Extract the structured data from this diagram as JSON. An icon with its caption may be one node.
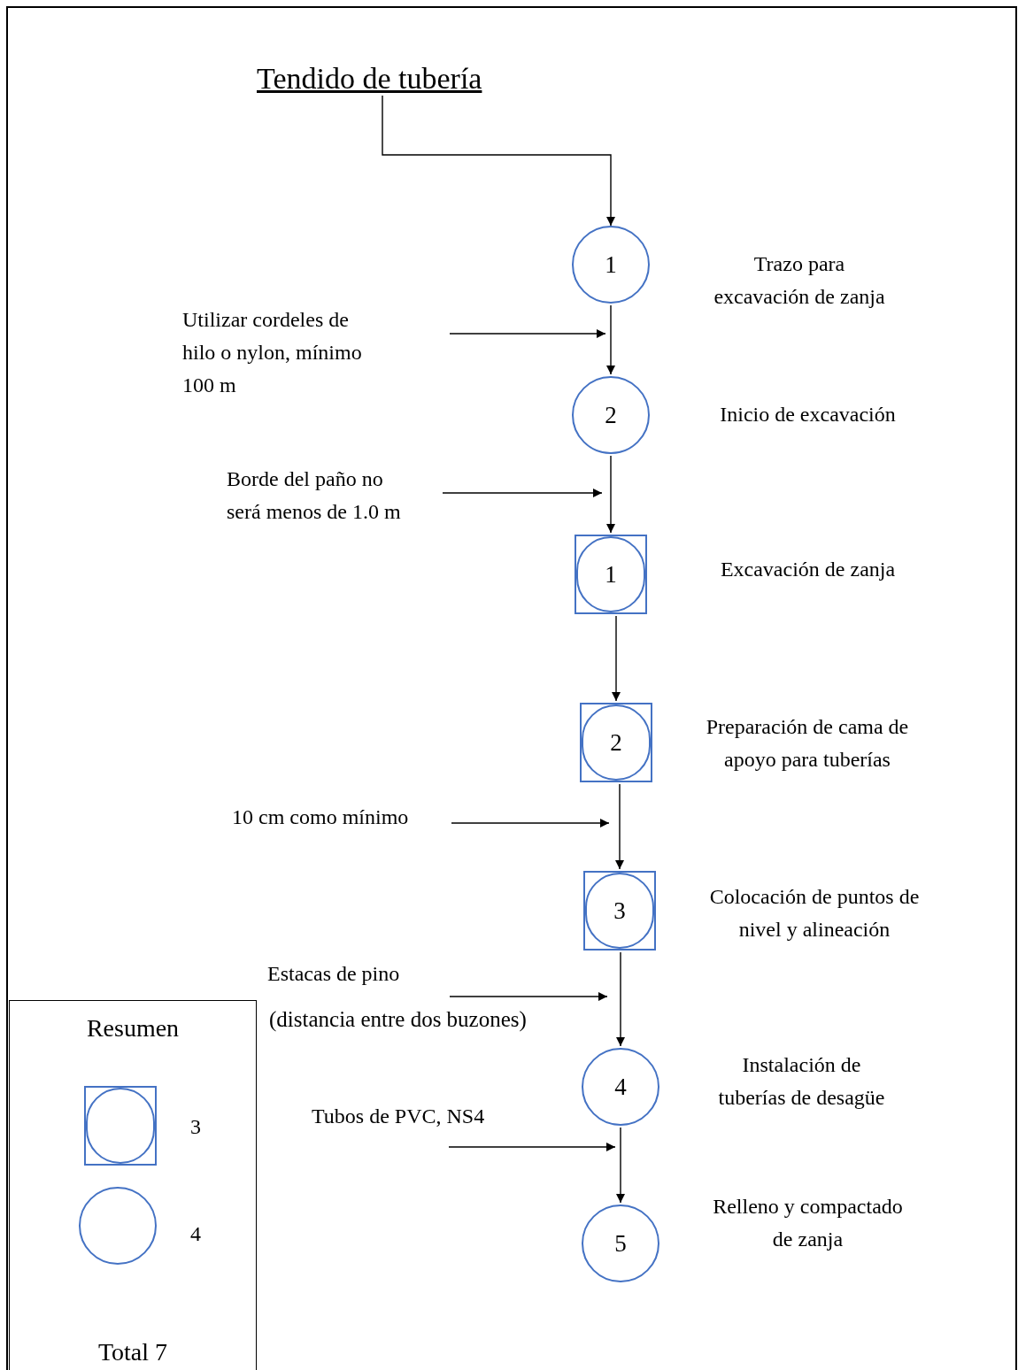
{
  "diagram": {
    "nodes": [
      {
        "text": [
          "Tendido de tubería"
        ]
      },
      {
        "text": [
          "1"
        ],
        "beside": [
          "Trazo para excavación de zanja"
        ]
      },
      {
        "text": [
          "2"
        ],
        "beside": [
          "Inicio de excavación"
        ]
      },
      {
        "text": [
          "1"
        ],
        "beside": [
          "Excavación de zanja"
        ]
      },
      {
        "text": [
          "2"
        ],
        "beside": [
          "Preparación de cama de apoyo para tuberías"
        ]
      },
      {
        "text": [
          "3"
        ],
        "beside": [
          "Colocación de puntos de nivel y alineación"
        ]
      },
      {
        "text": [
          "4"
        ],
        "beside": [
          "Instalación de tuberías de desagüe"
        ]
      },
      {
        "text": [
          "5"
        ],
        "beside": [
          "Relleno y compactado de zanja"
        ]
      },
      {
        "text": [
          "Utilizar cordeles de hilo o nylon, mínimo 100 m"
        ]
      },
      {
        "text": [
          "Borde del paño no será menos de 1.0 m"
        ]
      },
      {
        "text": [
          "10 cm como mínimo"
        ]
      },
      {
        "text": [
          "Estacas de pino"
        ]
      },
      {
        "text": [
          "Tubos de PVC, NS4"
        ]
      },
      {
        "text": [
          "Resumen",
          "Total 7"
        ]
      },
      {
        "text": [],
        "shape": "box",
        "in": 13,
        "beside": [
          "3"
        ]
      },
      {
        "text": [],
        "shape": "circle",
        "in": 13,
        "beside": [
          "4"
        ]
      }
    ],
    "edges": [
      {
        "from": 0,
        "to": 1,
        "arrow": "to"
      },
      {
        "from": 1,
        "to": 2,
        "arrow": "to"
      },
      {
        "from": 2,
        "to": 3,
        "arrow": "to"
      },
      {
        "from": 3,
        "to": 4,
        "arrow": "to"
      },
      {
        "from": 4,
        "to": 5,
        "arrow": "to"
      },
      {
        "from": 5,
        "to": 6,
        "arrow": "to"
      },
      {
        "from": 6,
        "to": 7,
        "arrow": "to"
      },
      {
        "from": 8,
        "to": 1,
        "arrow": "to"
      },
      {
        "from": 9,
        "to": null,
        "arrow": "to"
      },
      {
        "from": 10,
        "to": null,
        "arrow": "to"
      },
      {
        "from": 11,
        "to": null,
        "arrow": "to"
      },
      {
        "from": 12,
        "to": 6,
        "arrow": "to"
      }
    ],
    "labels": [
      "(distancia entre dos buzones)"
    ]
  }
}
